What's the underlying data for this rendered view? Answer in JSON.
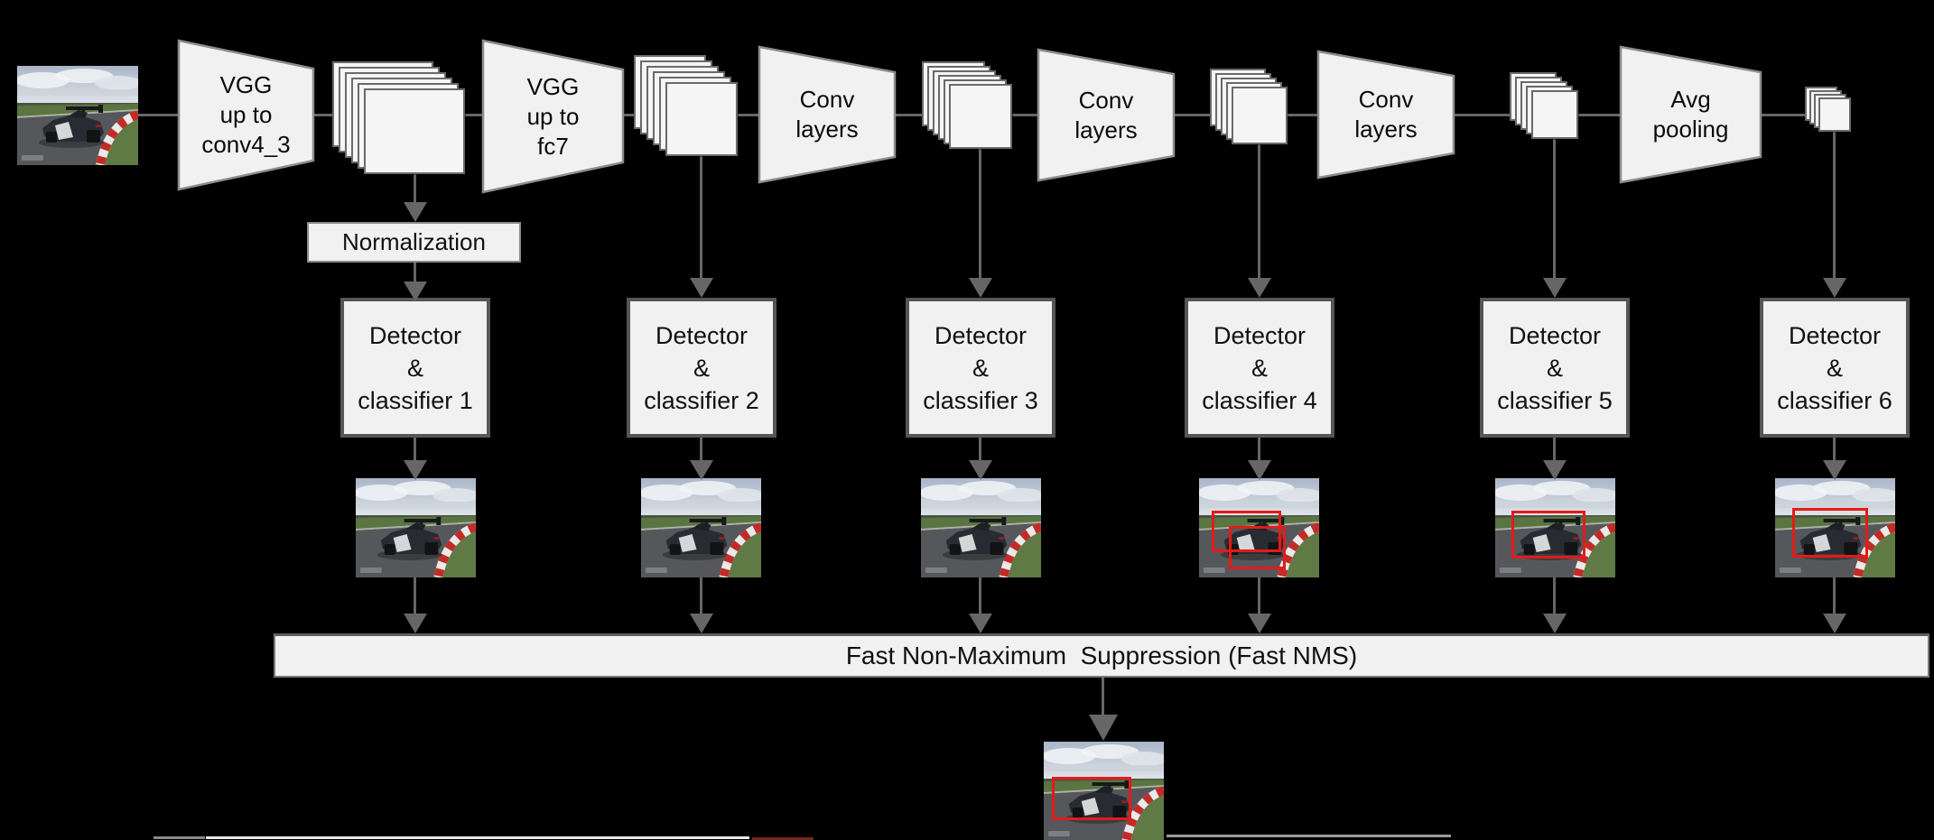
{
  "title": "SSD-style object detection architecture diagram",
  "colors": {
    "background": "#000000",
    "shape_fill": "#f1f1f1",
    "shape_border": "#8c8c8c",
    "box_border": "#565656",
    "connector": "#666666",
    "detection_red": "#e51a1a"
  },
  "input_image": {
    "description": "race car photo"
  },
  "backbone": {
    "vgg_conv4_3": {
      "lines": [
        "VGG",
        "up to",
        "conv4_3"
      ]
    },
    "vgg_fc7": {
      "lines": [
        "VGG",
        "up to",
        "fc7"
      ]
    },
    "conv_layers_1": {
      "lines": [
        "Conv",
        "layers"
      ]
    },
    "conv_layers_2": {
      "lines": [
        "Conv",
        "layers"
      ]
    },
    "conv_layers_3": {
      "lines": [
        "Conv",
        "layers"
      ]
    },
    "avg_pooling": {
      "lines": [
        "Avg",
        "pooling"
      ]
    }
  },
  "normalization_label": "Normalization",
  "detectors": [
    {
      "lines": [
        "Detector",
        "&",
        "classifier 1"
      ]
    },
    {
      "lines": [
        "Detector",
        "&",
        "classifier 2"
      ]
    },
    {
      "lines": [
        "Detector",
        "&",
        "classifier 3"
      ]
    },
    {
      "lines": [
        "Detector",
        "&",
        "classifier 4"
      ]
    },
    {
      "lines": [
        "Detector",
        "&",
        "classifier 5"
      ]
    },
    {
      "lines": [
        "Detector",
        "&",
        "classifier 6"
      ]
    }
  ],
  "detection_outputs": [
    {
      "boxes": 0
    },
    {
      "boxes": 0
    },
    {
      "boxes": 0
    },
    {
      "boxes": 2
    },
    {
      "boxes": 1
    },
    {
      "boxes": 1
    }
  ],
  "nms_label": "Fast Non-Maximum  Suppression (Fast NMS)",
  "final_output": {
    "boxes": 1
  }
}
